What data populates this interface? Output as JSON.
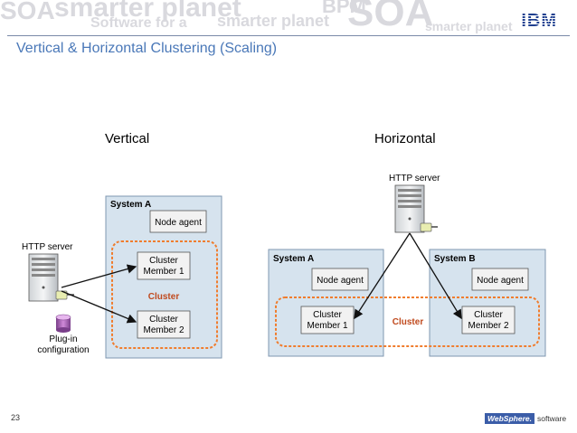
{
  "banner": {
    "words": [
      "smarter planet",
      "SOA",
      "smarter planet",
      "BPM",
      "SOA",
      "Software for a",
      "smarter planet"
    ]
  },
  "logo": "IBM",
  "title": "Vertical & Horizontal Clustering (Scaling)",
  "vertical": {
    "heading": "Vertical",
    "http_server": "HTTP server",
    "system": "System A",
    "node_agent": "Node agent",
    "member1": [
      "Cluster",
      "Member 1"
    ],
    "member2": [
      "Cluster",
      "Member 2"
    ],
    "cluster": "Cluster",
    "plugin": [
      "Plug-in",
      "configuration"
    ]
  },
  "horizontal": {
    "heading": "Horizontal",
    "http_server": "HTTP server",
    "system_a": "System A",
    "system_b": "System B",
    "node_agent_a": "Node agent",
    "node_agent_b": "Node agent",
    "member1": [
      "Cluster",
      "Member 1"
    ],
    "member2": [
      "Cluster",
      "Member 2"
    ],
    "cluster": "Cluster"
  },
  "footer": {
    "page": "23",
    "brand": "WebSphere.",
    "brand_suffix": "software"
  },
  "colors": {
    "title": "#4a78b8",
    "system_fill": "#d6e3ee",
    "system_border": "#7f97b0",
    "cluster_border": "#f07d2e",
    "cluster_label": "#c04a1e"
  }
}
